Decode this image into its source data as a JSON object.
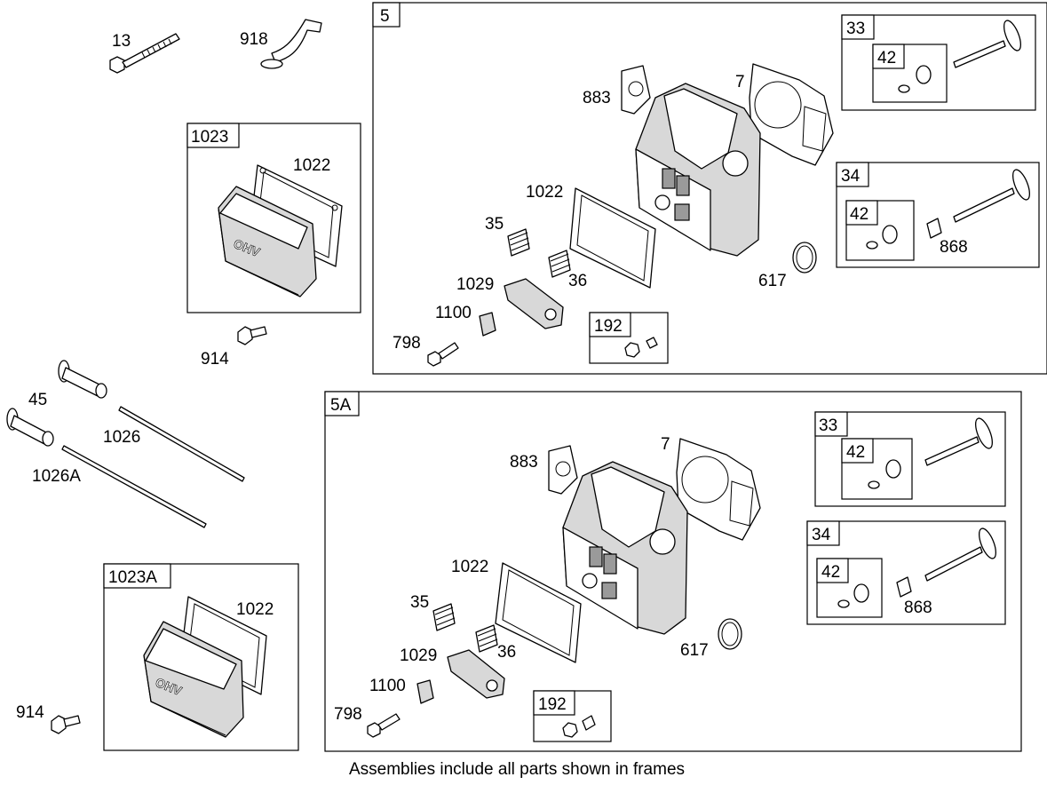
{
  "labels": {
    "p13": "13",
    "p918": "918",
    "p1023": "1023",
    "p1022_a": "1022",
    "p914_a": "914",
    "p45": "45",
    "p1026": "1026",
    "p1026A": "1026A",
    "p1023A": "1023A",
    "p1022_b": "1022",
    "p914_b": "914",
    "f5": "5",
    "f5_883": "883",
    "f5_7": "7",
    "f5_1022": "1022",
    "f5_35": "35",
    "f5_36": "36",
    "f5_1029": "1029",
    "f5_1100": "1100",
    "f5_798": "798",
    "f5_617": "617",
    "f5_192": "192",
    "f5_33": "33",
    "f5_42a": "42",
    "f5_34": "34",
    "f5_42b": "42",
    "f5_868": "868",
    "f5A": "5A",
    "f5A_883": "883",
    "f5A_7": "7",
    "f5A_1022": "1022",
    "f5A_35": "35",
    "f5A_36": "36",
    "f5A_1029": "1029",
    "f5A_1100": "1100",
    "f5A_798": "798",
    "f5A_617": "617",
    "f5A_192": "192",
    "f5A_33": "33",
    "f5A_42a": "42",
    "f5A_34": "34",
    "f5A_42b": "42",
    "f5A_868": "868",
    "cover_text_a": "OHV",
    "cover_text_b": "OHV"
  },
  "caption": "Assemblies include all parts shown in frames"
}
